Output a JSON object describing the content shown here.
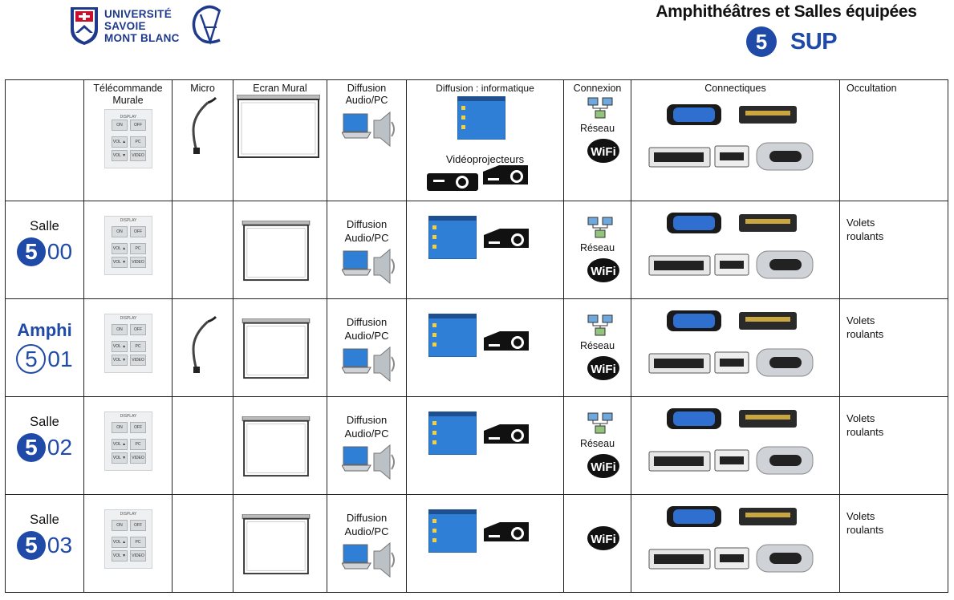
{
  "header": {
    "university_lines": [
      "UNIVERSITÉ",
      "SAVOIE",
      "MONT BLANC"
    ],
    "title": "Amphithéâtres et Salles équipées",
    "brand_number": "5",
    "brand_text": "SUP"
  },
  "columns": {
    "remote": [
      "Télécommande",
      "Murale"
    ],
    "micro": "Micro",
    "screen": "Ecran Mural",
    "audio": [
      "Diffusion",
      "Audio/PC"
    ],
    "informatique": "Diffusion : informatique",
    "projectors": "Vidéoprojecteurs",
    "connexion": "Connexion",
    "connectiques": "Connectiques",
    "occultation": "Occultation"
  },
  "remote_keys": {
    "display": "DISPLAY",
    "on": "ON",
    "off": "OFF",
    "vol_up": "VOL ▲",
    "pc": "PC",
    "vol_down": "VOL ▼",
    "video": "VIDEO"
  },
  "connector_labels": {
    "vga": "VGA",
    "hdmi": "HDMI",
    "displayport": "DisplayPort",
    "mini_displayport": "Mini DisplayPort",
    "usbc": "USB-C"
  },
  "network_label": "Réseau",
  "wifi_label": "WiFi",
  "rooms": [
    {
      "word": "Salle",
      "num": "5",
      "suffix": "00",
      "amphi": false,
      "micro": false,
      "reseau": true,
      "occ1": "Volets",
      "occ2": "roulants",
      "audio1": "Diffusion",
      "audio2": "Audio/PC"
    },
    {
      "word": "Amphi",
      "num": "5",
      "suffix": "01",
      "amphi": true,
      "micro": true,
      "reseau": true,
      "occ1": "Volets",
      "occ2": "roulants",
      "audio1": "Diffusion",
      "audio2": "Audio/PC"
    },
    {
      "word": "Salle",
      "num": "5",
      "suffix": "02",
      "amphi": false,
      "micro": false,
      "reseau": true,
      "occ1": "Volets",
      "occ2": "roulants",
      "audio1": "Diffusion",
      "audio2": "Audio/PC"
    },
    {
      "word": "Salle",
      "num": "5",
      "suffix": "03",
      "amphi": false,
      "micro": false,
      "reseau": false,
      "occ1": "Volets",
      "occ2": "roulants",
      "audio1": "Diffusion",
      "audio2": "Audio/PC"
    }
  ],
  "colors": {
    "brand_blue": "#1f4aa8",
    "usmb_blue": "#1f3a8c",
    "window_blue": "#2f7fd6"
  }
}
